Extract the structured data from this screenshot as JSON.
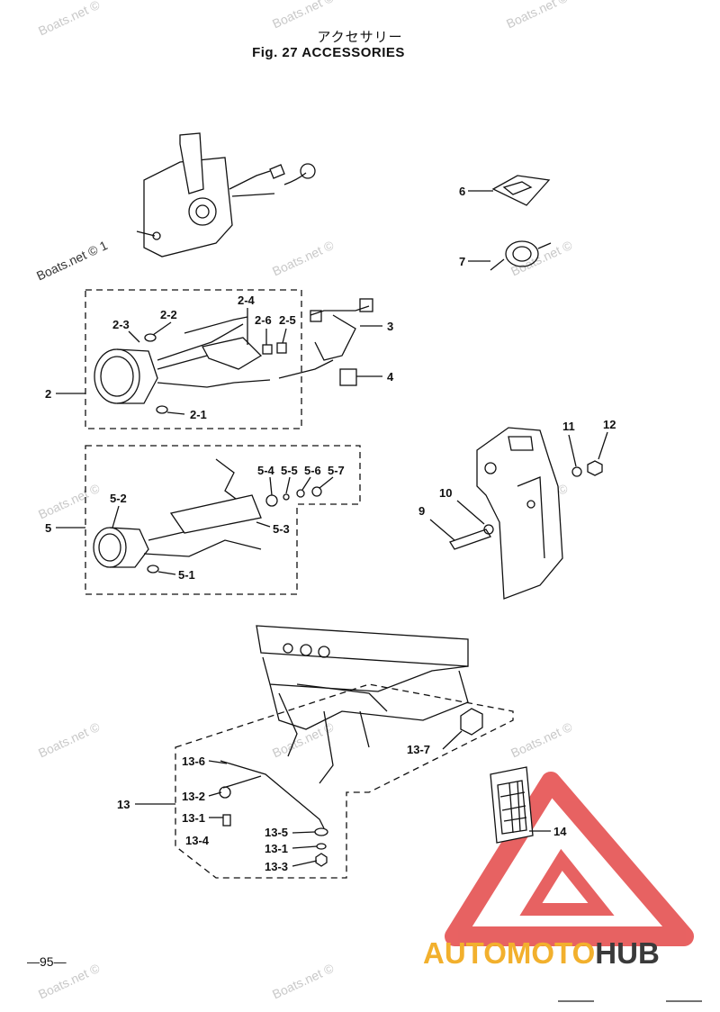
{
  "header": {
    "title_jp": "アクセサリー",
    "title_en": "Fig. 27   ACCESSORIES"
  },
  "footer": {
    "page_number": "—95—"
  },
  "watermarks": {
    "text_light": "Boats.net ©",
    "text_dark": "Boats.net © 1"
  },
  "logo": {
    "part1": "AUTOMOTO",
    "part2": "HUB",
    "color_primary": "#f2b02d",
    "color_secondary": "#3a3a3a",
    "triangle_color": "#e23b3b"
  },
  "callouts": {
    "c2": "2",
    "c2_1": "2-1",
    "c2_2": "2-2",
    "c2_3": "2-3",
    "c2_4": "2-4",
    "c2_5": "2-5",
    "c2_6": "2-6",
    "c3": "3",
    "c4": "4",
    "c5": "5",
    "c5_1": "5-1",
    "c5_2": "5-2",
    "c5_3": "5-3",
    "c5_4": "5-4",
    "c5_5": "5-5",
    "c5_6": "5-6",
    "c5_7": "5-7",
    "c6": "6",
    "c7": "7",
    "c9": "9",
    "c10": "10",
    "c11": "11",
    "c12": "12",
    "c13": "13",
    "c13_1": "13-1",
    "c13_1b": "13-1",
    "c13_2": "13-2",
    "c13_3": "13-3",
    "c13_4": "13-4",
    "c13_5": "13-5",
    "c13_6": "13-6",
    "c13_7": "13-7",
    "c14": "14"
  }
}
